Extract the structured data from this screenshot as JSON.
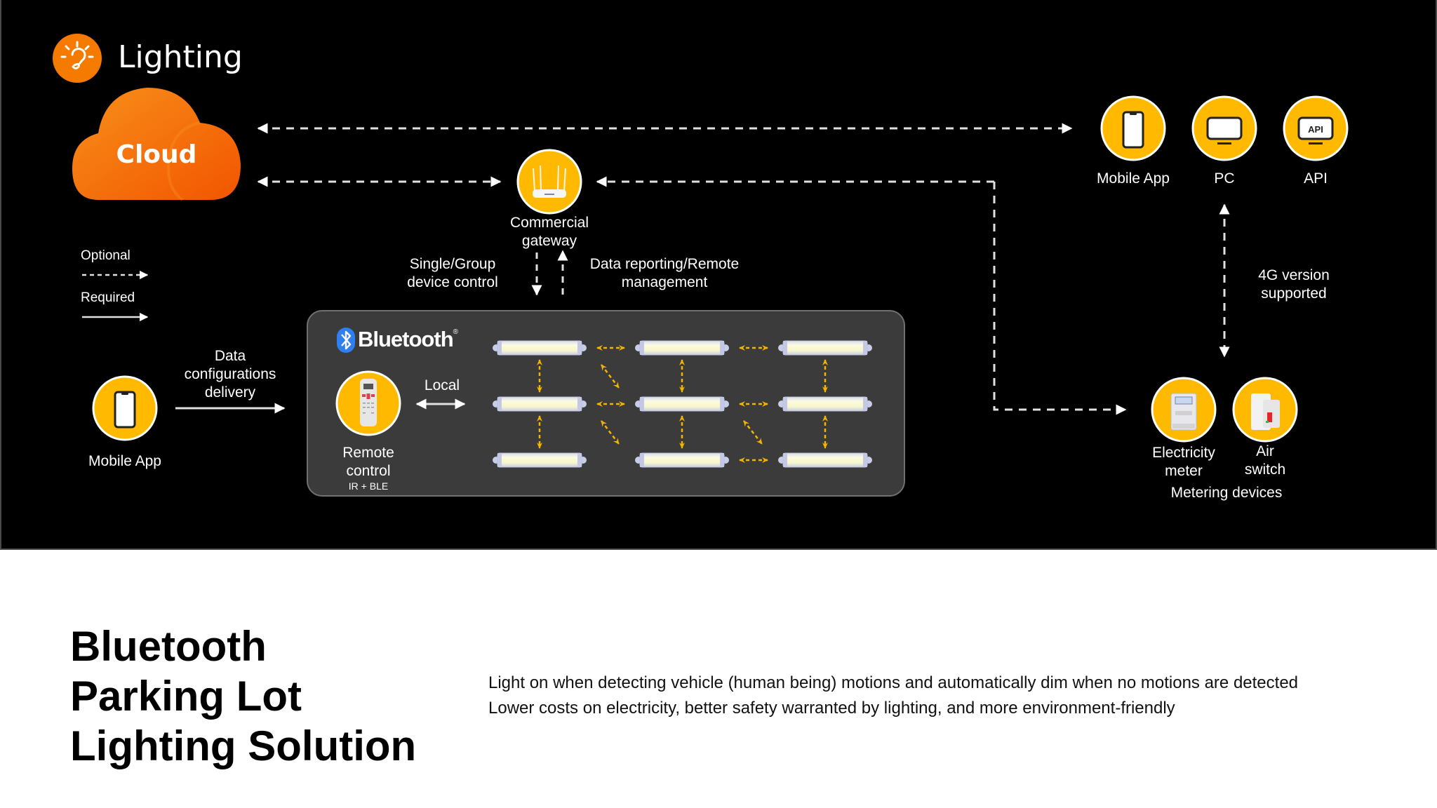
{
  "brand": {
    "title": "Lighting",
    "icon": "lightbulb-icon",
    "color": "#F47A00"
  },
  "cloud": {
    "label": "Cloud",
    "color": "#F56A00"
  },
  "legend": {
    "optional": "Optional",
    "required": "Required"
  },
  "gateway": {
    "line1": "Commercial",
    "line2": "gateway"
  },
  "gateway_links": {
    "down_label_line1": "Single/Group",
    "down_label_line2": "device control",
    "up_label_line1": "Data reporting/Remote",
    "up_label_line2": "management"
  },
  "clients": [
    {
      "label": "Mobile App",
      "icon": "smartphone-icon"
    },
    {
      "label": "PC",
      "icon": "monitor-icon"
    },
    {
      "label": "API",
      "icon": "api-monitor-icon",
      "icon_text": "API"
    }
  ],
  "fourg": {
    "line1": "4G version",
    "line2": "supported"
  },
  "metering": {
    "group_label": "Metering devices",
    "devices": [
      {
        "line1": "Electricity",
        "line2": "meter",
        "icon": "electricity-meter-icon"
      },
      {
        "line1": "Air",
        "line2": "switch",
        "icon": "air-switch-icon"
      }
    ]
  },
  "local_app": {
    "label": "Mobile App",
    "icon": "smartphone-icon"
  },
  "delivery": {
    "line1": "Data",
    "line2": "configurations",
    "line3": "delivery"
  },
  "bluetooth": {
    "brand": "Bluetooth",
    "registered": "®",
    "remote": {
      "line1": "Remote",
      "line2": "control",
      "sub": "IR + BLE",
      "icon": "remote-control-icon"
    },
    "local_label": "Local",
    "lights_grid": {
      "rows": 3,
      "cols": 3
    }
  },
  "colors": {
    "accent_yellow": "#FFBA00",
    "mesh_arrow": "#F5B400",
    "panel": "#000000",
    "box": "#3b3b3b"
  },
  "footer": {
    "title_lines": [
      "Bluetooth",
      "Parking Lot",
      "Lighting Solution"
    ],
    "description_lines": [
      "Light on when detecting vehicle (human being) motions and automatically dim when no motions are detected",
      "Lower costs on electricity, better safety warranted by lighting, and more environment-friendly"
    ]
  }
}
